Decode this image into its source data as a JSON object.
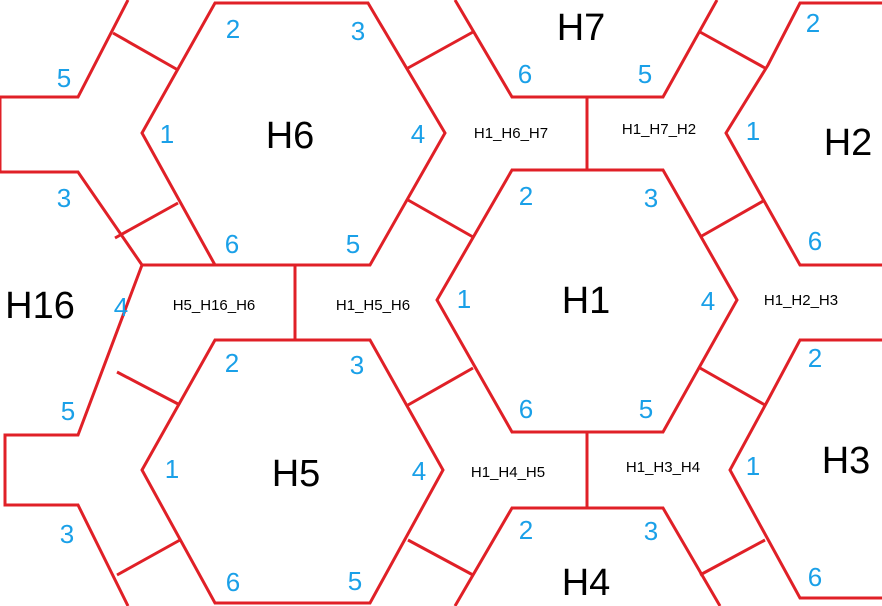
{
  "colors": {
    "edge": "#e02027",
    "vertex": "#1aa0e8",
    "text": "#000000"
  },
  "hexagons": [
    {
      "id": "H6",
      "label": "H6",
      "vertices": [
        "1",
        "2",
        "3",
        "4",
        "5",
        "6"
      ]
    },
    {
      "id": "H7",
      "label": "H7",
      "vertices": [
        "5",
        "6"
      ]
    },
    {
      "id": "H2",
      "label": "H2",
      "vertices": [
        "1",
        "2",
        "6"
      ]
    },
    {
      "id": "H16",
      "label": "H16",
      "vertices": [
        "3",
        "4",
        "5"
      ]
    },
    {
      "id": "H1",
      "label": "H1",
      "vertices": [
        "1",
        "2",
        "3",
        "4",
        "5",
        "6"
      ]
    },
    {
      "id": "H5",
      "label": "H5",
      "vertices": [
        "1",
        "2",
        "3",
        "4",
        "5",
        "6"
      ]
    },
    {
      "id": "H3",
      "label": "H3",
      "vertices": [
        "1",
        "2",
        "6"
      ]
    },
    {
      "id": "H4",
      "label": "H4",
      "vertices": [
        "2",
        "3"
      ]
    }
  ],
  "junctions": [
    "H1_H6_H7",
    "H1_H7_H2",
    "H5_H16_H6",
    "H1_H5_H6",
    "H1_H2_H3",
    "H1_H4_H5",
    "H1_H3_H4"
  ]
}
